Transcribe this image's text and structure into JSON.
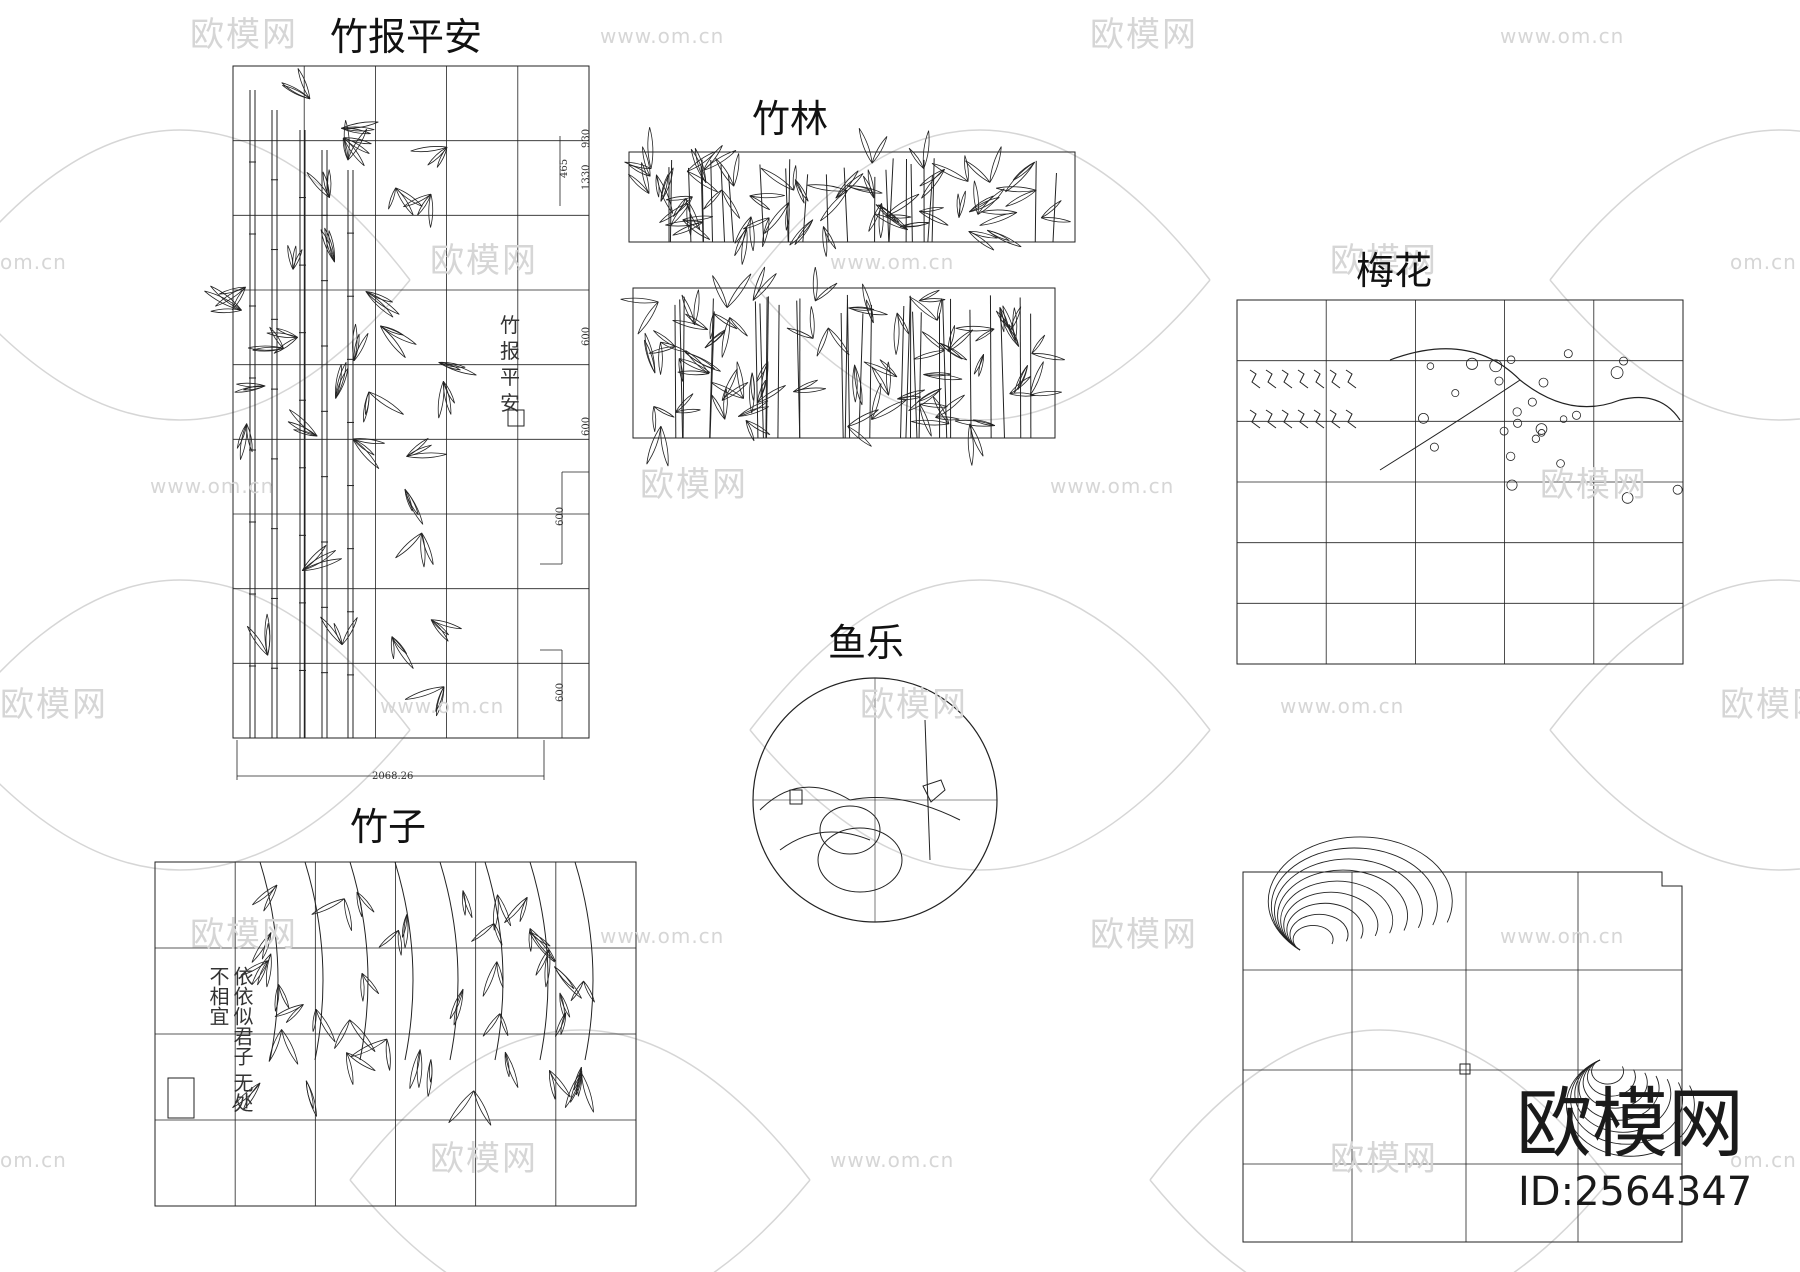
{
  "panels": {
    "bamboo_peace": {
      "title": "竹报平安",
      "inscription": "竹报平安"
    },
    "bamboo_forest": {
      "title": "竹林"
    },
    "plum": {
      "title": "梅花"
    },
    "fish": {
      "title": "鱼乐"
    },
    "bamboo": {
      "title": "竹子",
      "inscription": "依依似君子 无处不相宜"
    },
    "scroll": {
      "title": ""
    }
  },
  "dimensions": {
    "width_total": "2068.26",
    "d1": "930",
    "d2": "465",
    "d3": "1330",
    "d4": "600",
    "d5": "600",
    "d6": "600",
    "d7": "600"
  },
  "brand": {
    "name": "欧模网",
    "id": "ID:2564347"
  },
  "watermark": {
    "name": "欧模网",
    "url": "www.om.cn",
    "url_short": "om.cn"
  },
  "colors": {
    "line": "#222222",
    "watermark": "#d6d6d6"
  }
}
